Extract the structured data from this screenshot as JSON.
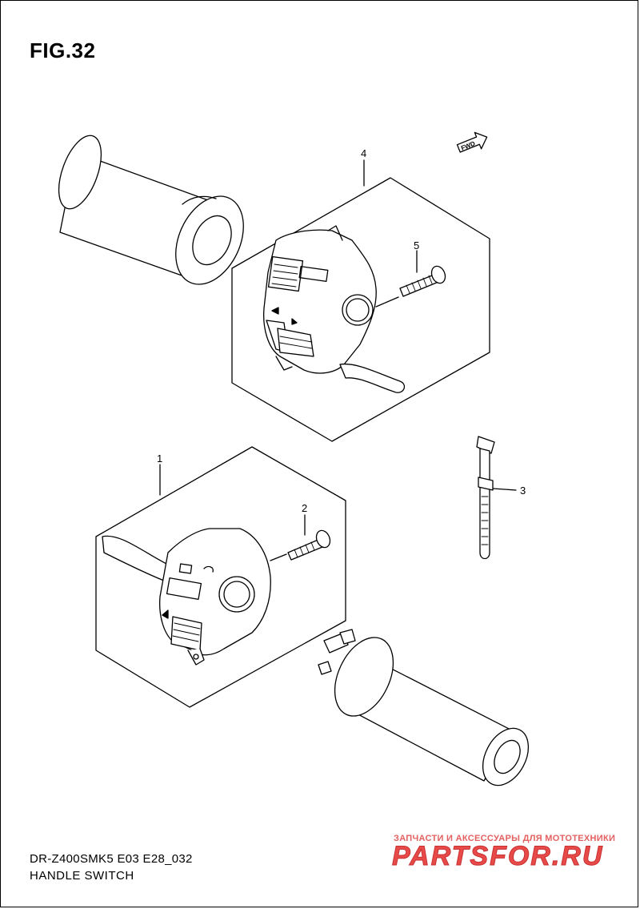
{
  "figure": {
    "title": "FIG.32"
  },
  "footer": {
    "model_code": "DR-Z400SMK5 E03 E28_032",
    "section_name": "HANDLE SWITCH"
  },
  "watermark": {
    "tagline": "ЗАПЧАСТИ И АКСЕССУАРЫ ДЛЯ МОТОТЕХНИКИ",
    "logo_text": "PARTSFOR.RU"
  },
  "direction_marker": {
    "label": "FWD"
  },
  "callouts": [
    {
      "number": "1",
      "part": "left-handle-switch"
    },
    {
      "number": "2",
      "part": "switch-screw"
    },
    {
      "number": "3",
      "part": "cable-tie"
    },
    {
      "number": "4",
      "part": "right-handle-switch"
    },
    {
      "number": "5",
      "part": "switch-screw"
    }
  ],
  "colors": {
    "line": "#000000",
    "background": "#ffffff",
    "watermark": "#e84a4a"
  }
}
